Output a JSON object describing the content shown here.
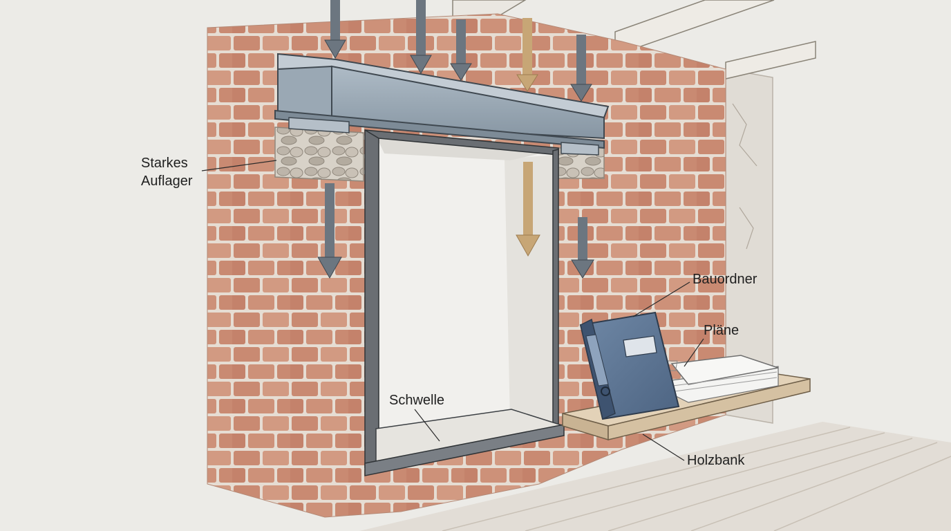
{
  "labels": {
    "support_line1": "Starkes",
    "support_line2": "Auflager",
    "binder": "Bauordner",
    "plans": "Pläne",
    "sill": "Schwelle",
    "bench": "Holzbank"
  },
  "colors": {
    "paper": "#ecebe7",
    "brick": "#c98a72",
    "mortar": "#e6ddd3",
    "steel_beam": "#9aaab7",
    "arrow_gray": "#6c7680",
    "arrow_ochre": "#c7a676",
    "frame": "#55585c",
    "binder": "#5a7290",
    "bench_wood": "#dcc7a8",
    "floor": "#e2ddd6"
  }
}
